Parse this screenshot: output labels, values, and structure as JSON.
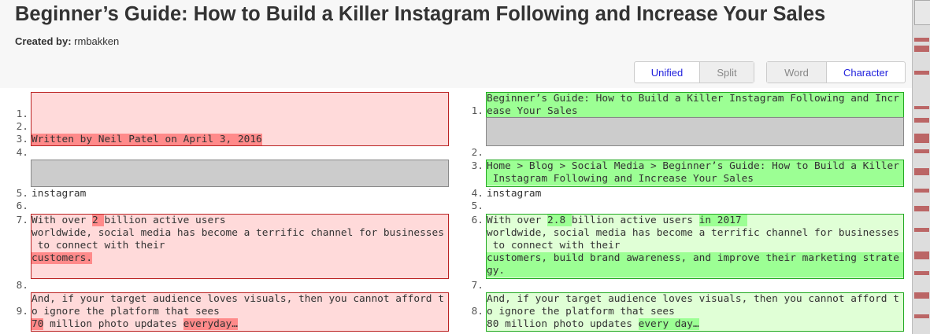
{
  "header": {
    "title": "Beginner’s Guide: How to Build a Killer Instagram Following and Increase Your Sales",
    "created_by_label": "Created by:",
    "created_by_value": "rmbakken"
  },
  "view_toggle": {
    "unified": "Unified",
    "split": "Split",
    "selected": "Split"
  },
  "granularity_toggle": {
    "word": "Word",
    "character": "Character",
    "selected": "Word"
  },
  "colors": {
    "deleted_bg": "#ffdada",
    "deleted_highlight": "#ff8a8a",
    "inserted_bg": "#e0ffd6",
    "inserted_highlight": "#9cff94",
    "filler": "#cccccc"
  },
  "left": [
    {
      "type": "del",
      "lines": [
        {
          "num": "",
          "segs": [
            {
              "t": ""
            }
          ]
        },
        {
          "num": "1.",
          "segs": [
            {
              "t": ""
            }
          ]
        },
        {
          "num": "2.",
          "segs": [
            {
              "t": ""
            }
          ]
        },
        {
          "num": "3.",
          "segs": [
            {
              "t": "Written by Neil Patel on April 3, 2016",
              "h": true
            }
          ]
        }
      ]
    },
    {
      "type": "plain",
      "lines": [
        {
          "num": "4.",
          "segs": [
            {
              "t": ""
            }
          ]
        }
      ]
    },
    {
      "type": "filler",
      "lines": []
    },
    {
      "type": "plain",
      "lines": [
        {
          "num": "5.",
          "segs": [
            {
              "t": "instagram"
            }
          ]
        }
      ]
    },
    {
      "type": "plain",
      "lines": [
        {
          "num": "6.",
          "segs": [
            {
              "t": ""
            }
          ]
        }
      ]
    },
    {
      "type": "del",
      "lines": [
        {
          "num": "7.",
          "segs": [
            {
              "t": "With over "
            },
            {
              "t": "2 ",
              "h": true
            },
            {
              "t": "billion active users"
            }
          ]
        },
        {
          "num": "",
          "segs": [
            {
              "t": "worldwide, social media has become a terrific channel for businesses"
            }
          ]
        },
        {
          "num": "",
          "segs": [
            {
              "t": " to connect with their"
            }
          ]
        },
        {
          "num": "",
          "segs": [
            {
              "t": "customers.",
              "h": true
            }
          ]
        }
      ]
    },
    {
      "type": "plain",
      "lines": [
        {
          "num": "8.",
          "segs": [
            {
              "t": ""
            }
          ]
        }
      ]
    },
    {
      "type": "del",
      "lines": [
        {
          "num": "",
          "segs": [
            {
              "t": "And, if your target audience loves visuals, then you cannot afford t"
            }
          ]
        },
        {
          "num": "9.",
          "segs": [
            {
              "t": "o ignore the platform that sees"
            }
          ]
        },
        {
          "num": "",
          "segs": [
            {
              "t": "70",
              "h": true
            },
            {
              "t": " million photo updates "
            },
            {
              "t": "everyday…",
              "h": true
            }
          ]
        }
      ]
    }
  ],
  "right": [
    {
      "type": "ins",
      "lines": [
        {
          "num": "",
          "full": true,
          "segs": [
            {
              "t": "Beginner’s Guide: How to Build a Killer Instagram Following and Incr"
            }
          ]
        },
        {
          "num": "1.",
          "full": true,
          "segs": [
            {
              "t": "ease Your Sales"
            }
          ]
        }
      ]
    },
    {
      "type": "filler",
      "lines": []
    },
    {
      "type": "plain",
      "lines": [
        {
          "num": "2.",
          "segs": [
            {
              "t": ""
            }
          ]
        }
      ]
    },
    {
      "type": "ins",
      "lines": [
        {
          "num": "3.",
          "full": true,
          "segs": [
            {
              "t": "Home > Blog > Social Media > Beginner’s Guide: How to Build a Killer"
            }
          ]
        },
        {
          "num": "",
          "full": true,
          "segs": [
            {
              "t": " Instagram Following and Increase Your Sales"
            }
          ]
        }
      ]
    },
    {
      "type": "plain",
      "lines": [
        {
          "num": "4.",
          "segs": [
            {
              "t": "instagram"
            }
          ]
        }
      ]
    },
    {
      "type": "plain",
      "lines": [
        {
          "num": "5.",
          "segs": [
            {
              "t": ""
            }
          ]
        }
      ]
    },
    {
      "type": "ins",
      "lines": [
        {
          "num": "6.",
          "segs": [
            {
              "t": "With over "
            },
            {
              "t": "2.8 ",
              "h": true
            },
            {
              "t": "billion active users "
            },
            {
              "t": "in 2017 ",
              "h": true
            }
          ]
        },
        {
          "num": "",
          "segs": [
            {
              "t": "worldwide, social media has become a terrific channel for businesses"
            }
          ]
        },
        {
          "num": "",
          "segs": [
            {
              "t": " to connect with their"
            }
          ]
        },
        {
          "num": "",
          "full": true,
          "segs": [
            {
              "t": "customers, build brand awareness, and improve their marketing strate"
            }
          ]
        },
        {
          "num": "",
          "full": true,
          "segs": [
            {
              "t": "gy."
            }
          ]
        }
      ]
    },
    {
      "type": "plain",
      "lines": [
        {
          "num": "7.",
          "segs": [
            {
              "t": ""
            }
          ]
        }
      ]
    },
    {
      "type": "ins",
      "lines": [
        {
          "num": "",
          "segs": [
            {
              "t": "And, if your target audience loves visuals, then you cannot afford t"
            }
          ]
        },
        {
          "num": "8.",
          "segs": [
            {
              "t": "o ignore the platform that sees"
            }
          ]
        },
        {
          "num": "",
          "segs": [
            {
              "t": "80 million photo updates "
            },
            {
              "t": "every day…",
              "h": true
            }
          ]
        }
      ]
    }
  ]
}
